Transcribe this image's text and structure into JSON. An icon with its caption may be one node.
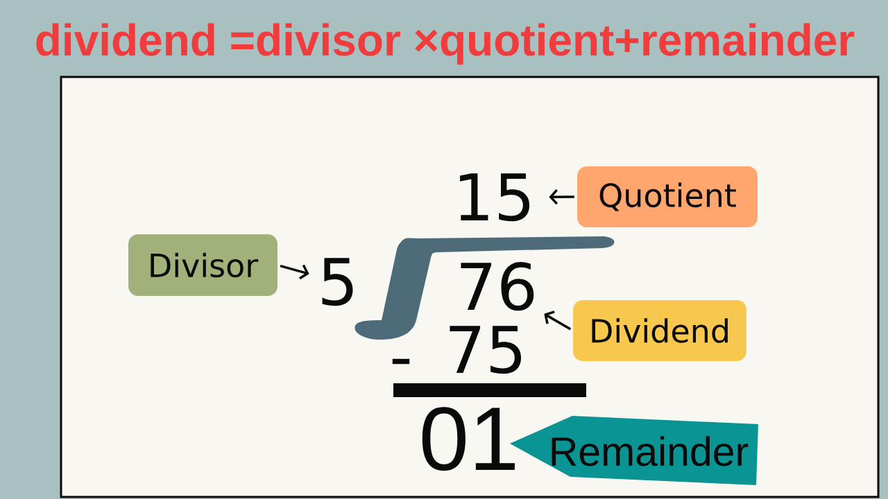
{
  "diagram": {
    "title": "dividend =divisor ×quotient+remainder",
    "nodes": [
      {
        "text": [
          "15"
        ]
      },
      {
        "text": [
          "Quotient"
        ]
      },
      {
        "text": [
          "Divisor"
        ]
      },
      {
        "text": [
          "5"
        ]
      },
      {
        "text": [
          "76"
        ]
      },
      {
        "text": [
          "Dividend"
        ]
      },
      {
        "text": [
          "01"
        ]
      },
      {
        "text": [
          "Remainder"
        ]
      }
    ],
    "edges": [
      {
        "from": 1,
        "to": 0,
        "arrow": "to"
      },
      {
        "from": 2,
        "to": 3,
        "arrow": "to"
      },
      {
        "from": 5,
        "to": 4,
        "arrow": "to"
      }
    ],
    "labels": [
      "-",
      "75"
    ]
  }
}
